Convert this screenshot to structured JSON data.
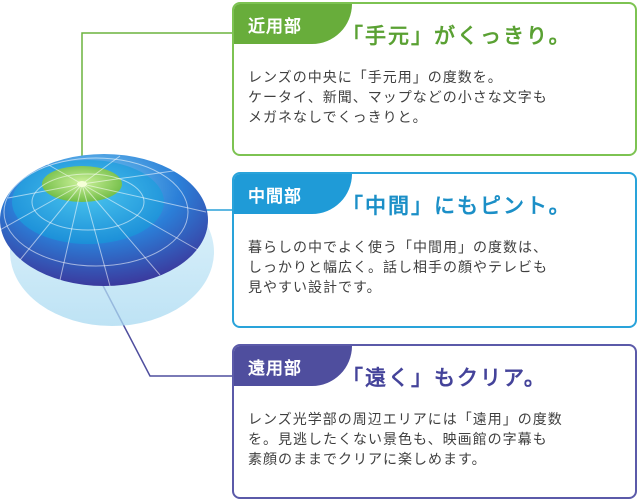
{
  "zones": [
    {
      "id": "near",
      "label": "近用部",
      "headline": "「手元」がくっきり。",
      "body": [
        "レンズの中央に「手元用」の度数を。",
        "ケータイ、新聞、マップなどの小さな文字も",
        "メガネなしでくっきりと。"
      ],
      "color": "#68ad3b"
    },
    {
      "id": "mid",
      "label": "中間部",
      "headline": "「中間」にもピント。",
      "body": [
        "暮らしの中でよく使う「中間用」の度数は、",
        "しっかりと幅広く。話し相手の顔やテレビも",
        "見やすい設計です。"
      ],
      "color": "#1f9bd7"
    },
    {
      "id": "far",
      "label": "遠用部",
      "headline": "「遠く」もクリア。",
      "body": [
        "レンズ光学部の周辺エリアには「遠用」の度数",
        "を。見逃したくない景色も、映画館の字幕も",
        "素顔のままでクリアに楽しめます。"
      ],
      "color": "#4f4e9e"
    }
  ]
}
